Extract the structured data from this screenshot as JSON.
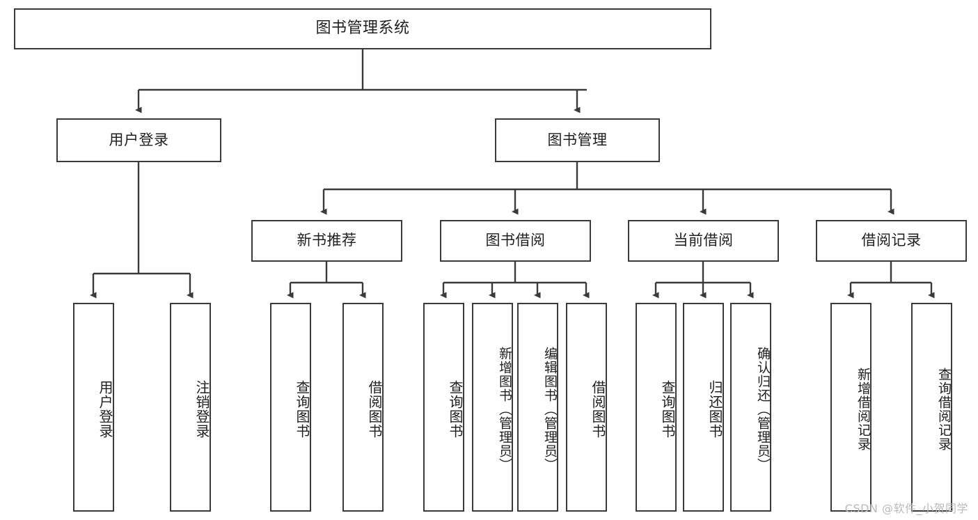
{
  "diagram": {
    "title": "图书管理系统",
    "type": "tree",
    "watermark": "CSDN @软件_小贺同学",
    "colors": {
      "box_border": "#3a3a3a",
      "box_fill": "#ffffff",
      "connector": "#3a3a3a",
      "text": "#1f1f1f",
      "watermark": "#b9b9b9",
      "background": "#ffffff"
    },
    "nodes": {
      "root": {
        "label": "图书管理系统"
      },
      "level2": [
        {
          "id": "user-login",
          "label": "用户登录"
        },
        {
          "id": "book-management",
          "label": "图书管理"
        }
      ],
      "level3": [
        {
          "id": "new-book-recommend",
          "label": "新书推荐"
        },
        {
          "id": "book-borrow",
          "label": "图书借阅"
        },
        {
          "id": "current-borrow",
          "label": "当前借阅"
        },
        {
          "id": "borrow-record",
          "label": "借阅记录"
        }
      ],
      "leaves": {
        "user_login": [
          {
            "id": "leaf-user-login",
            "label": "用户登录"
          },
          {
            "id": "leaf-user-logout",
            "label": "注销登录"
          }
        ],
        "new_book_recommend": [
          {
            "id": "leaf-query-book-1",
            "label": "查询图书"
          },
          {
            "id": "leaf-borrow-book-1",
            "label": "借阅图书"
          }
        ],
        "book_borrow": [
          {
            "id": "leaf-query-book-2",
            "label": "查询图书"
          },
          {
            "id": "leaf-add-book",
            "label": "新增图书（管理员）"
          },
          {
            "id": "leaf-edit-book",
            "label": "编辑图书（管理员）"
          },
          {
            "id": "leaf-borrow-book-2",
            "label": "借阅图书"
          }
        ],
        "current_borrow": [
          {
            "id": "leaf-query-book-3",
            "label": "查询图书"
          },
          {
            "id": "leaf-return-book",
            "label": "归还图书"
          },
          {
            "id": "leaf-confirm-return",
            "label": "确认归还（管理员）"
          }
        ],
        "borrow_record": [
          {
            "id": "leaf-add-record",
            "label": "新增借阅记录"
          },
          {
            "id": "leaf-query-record",
            "label": "查询借阅记录"
          }
        ]
      }
    }
  }
}
